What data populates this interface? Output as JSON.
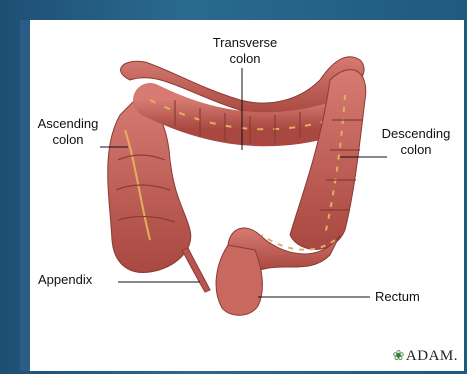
{
  "labels": {
    "transverse": "Transverse\ncolon",
    "ascending": "Ascending\ncolon",
    "descending": "Descending\ncolon",
    "appendix": "Appendix",
    "rectum": "Rectum"
  },
  "logo": {
    "text": "ADAM.",
    "icon": "leaf-icon"
  },
  "colors": {
    "background": "#245e86",
    "panel": "#ffffff",
    "colon": "#c3615a",
    "colon_dark": "#8a3a35",
    "fat": "#d9a03a"
  }
}
